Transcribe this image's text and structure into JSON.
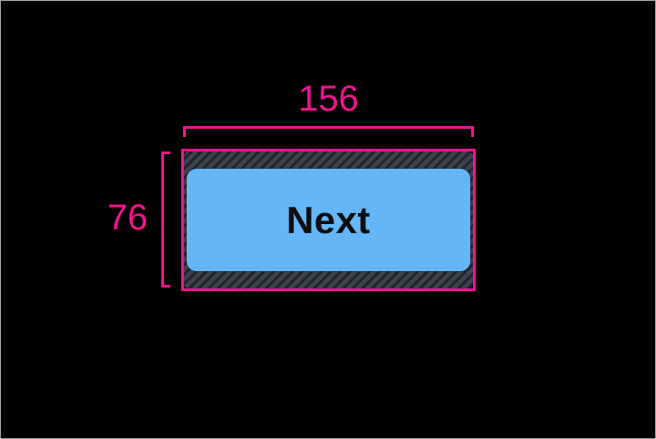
{
  "measurements": {
    "width_label": "156",
    "height_label": "76"
  },
  "button": {
    "label": "Next"
  },
  "colors": {
    "background": "#000000",
    "frame_border": "#a8a8a8",
    "accent_pink": "#f5128f",
    "hatch_bg": "#3c434e",
    "hatch_stripe": "#20252c",
    "button_blue": "#64b6f7",
    "button_text": "#0d0d0d"
  }
}
